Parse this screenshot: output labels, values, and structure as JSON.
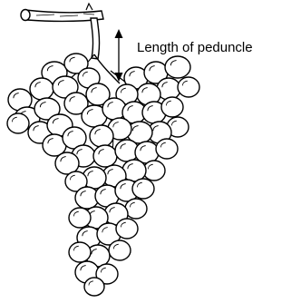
{
  "figure": {
    "subject_icon": "grape-cluster-illustration",
    "annotation": {
      "label": "Length of peduncle",
      "indicator_icon": "double-headed-arrow"
    }
  },
  "colors": {
    "background": "#ffffff",
    "ink": "#000000"
  }
}
